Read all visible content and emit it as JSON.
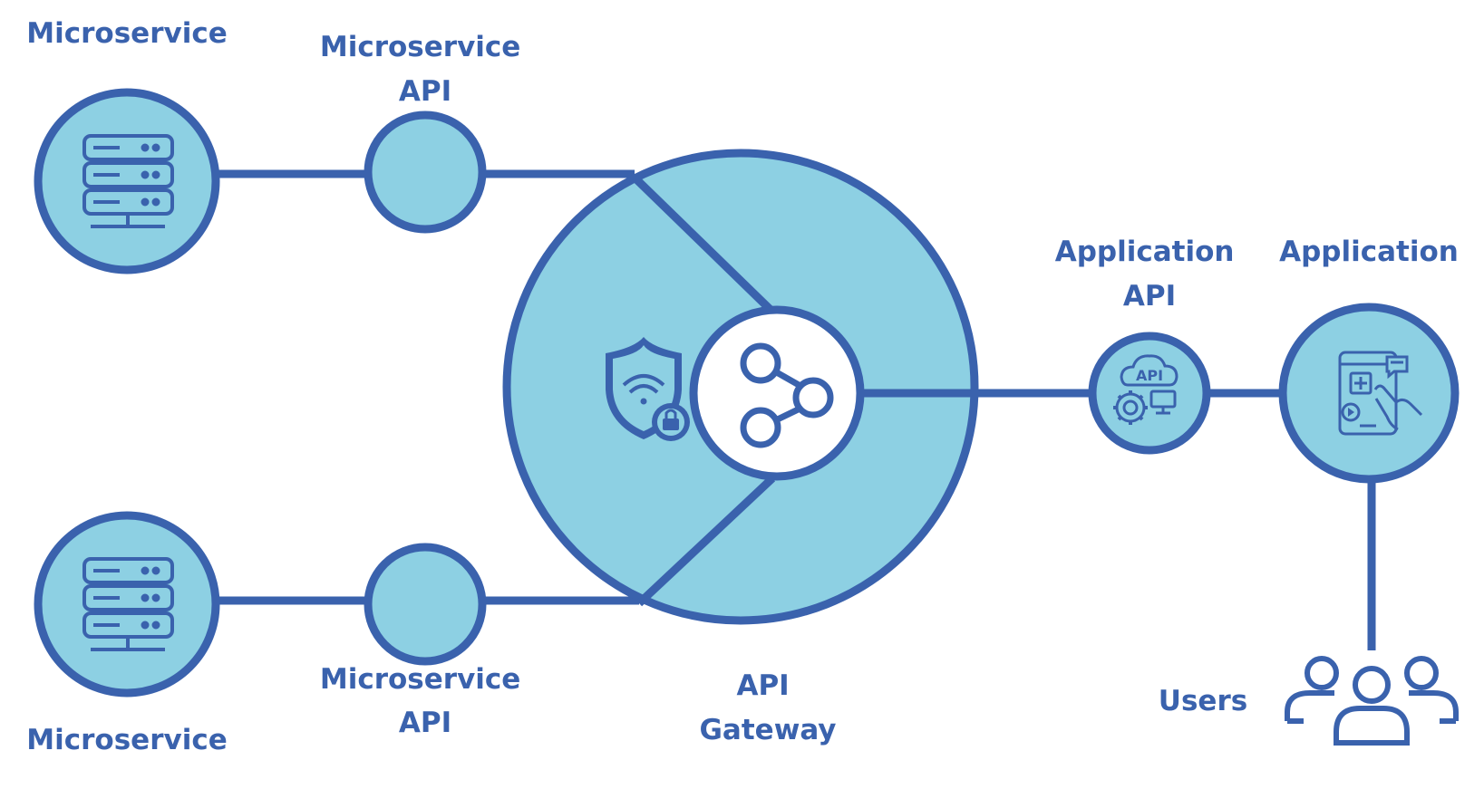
{
  "colors": {
    "stroke": "#3a62ad",
    "fill": "#8dd0e3",
    "white": "#ffffff",
    "text": "#3a62ad"
  },
  "labels": {
    "microservice_top": "Microservice",
    "microservice_api_top": [
      "Microservice",
      "API"
    ],
    "microservice_bottom": "Microservice",
    "microservice_api_bottom": [
      "Microservice",
      "API"
    ],
    "api_gateway": [
      "API",
      "Gateway"
    ],
    "application_api": [
      "Application",
      "API"
    ],
    "application": "Application",
    "users": "Users"
  },
  "icons": {
    "microservice_top": "server-icon",
    "microservice_bottom": "server-icon",
    "gateway_security": "shield-wifi-lock-icon",
    "gateway_hub": "share-network-icon",
    "application_api": "cloud-api-gear-icon",
    "application": "mobile-app-touch-icon",
    "users": "users-group-icon"
  },
  "icon_text": {
    "api_cloud": "API"
  }
}
